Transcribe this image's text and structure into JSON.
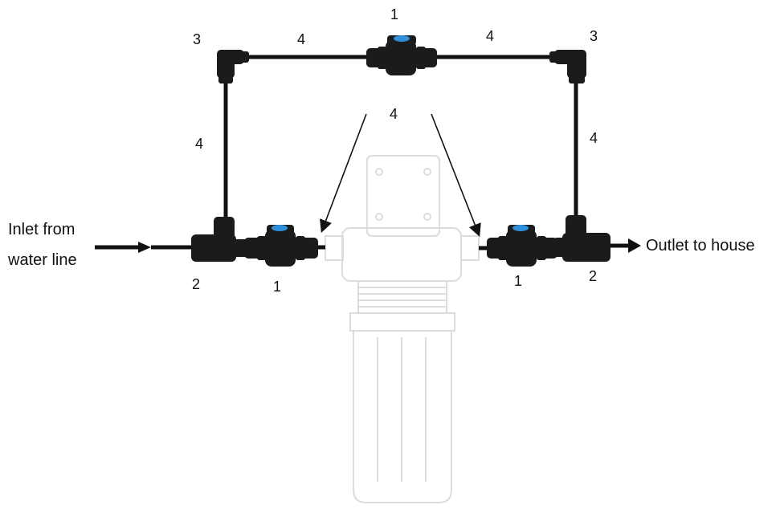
{
  "inlet_label_line1": "Inlet from",
  "inlet_label_line2": "water line",
  "outlet_label": "Outlet to house",
  "callouts": {
    "top_valve": "1",
    "left_valve": "1",
    "right_valve": "1",
    "left_tee": "2",
    "right_tee": "2",
    "top_left_elbow": "3",
    "top_right_elbow": "3",
    "top_left_tube": "4",
    "top_right_tube": "4",
    "left_vertical_tube": "4",
    "right_vertical_tube": "4",
    "center_tube": "4"
  },
  "colors": {
    "tube": "#111111",
    "fitting": "#1b1b1b",
    "valve_knob": "#2f8fd8",
    "filter_outline": "#dcdcdc"
  }
}
